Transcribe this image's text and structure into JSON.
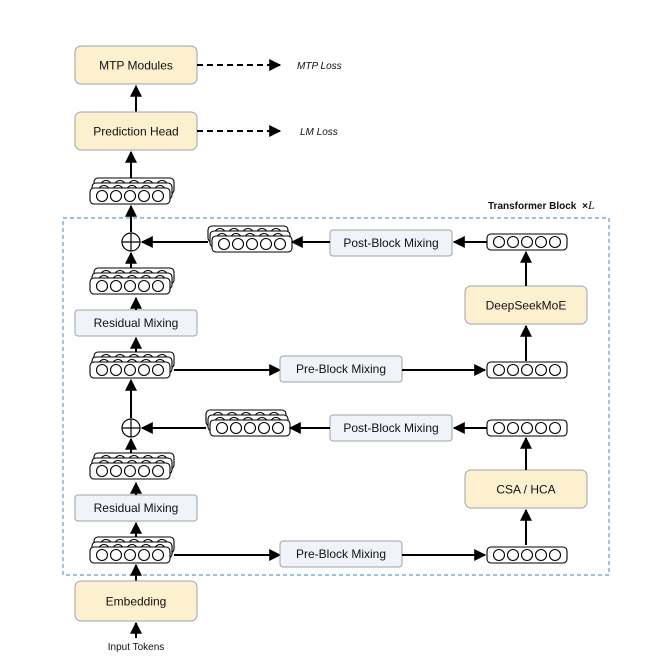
{
  "blocks": {
    "mtp_modules": "MTP Modules",
    "prediction_head": "Prediction Head",
    "residual_mixing_top": "Residual Mixing",
    "residual_mixing_bottom": "Residual Mixing",
    "post_block_mixing_top": "Post-Block Mixing",
    "post_block_mixing_bottom": "Post-Block Mixing",
    "pre_block_mixing_top": "Pre-Block Mixing",
    "pre_block_mixing_bottom": "Pre-Block Mixing",
    "deepseekmoe": "DeepSeekMoE",
    "csa_hca": "CSA / HCA",
    "embedding": "Embedding"
  },
  "labels": {
    "mtp_loss": "MTP Loss",
    "lm_loss": "LM Loss",
    "transformer_block": "Transformer Block",
    "transformer_block_times": "×",
    "transformer_block_count": "L",
    "input_tokens": "Input Tokens"
  },
  "colors": {
    "yellow_fill": "#fdf0cf",
    "gray_fill": "#f0f3f8",
    "box_stroke": "#9aa3ad",
    "dashed_border": "#5aa0cf"
  }
}
